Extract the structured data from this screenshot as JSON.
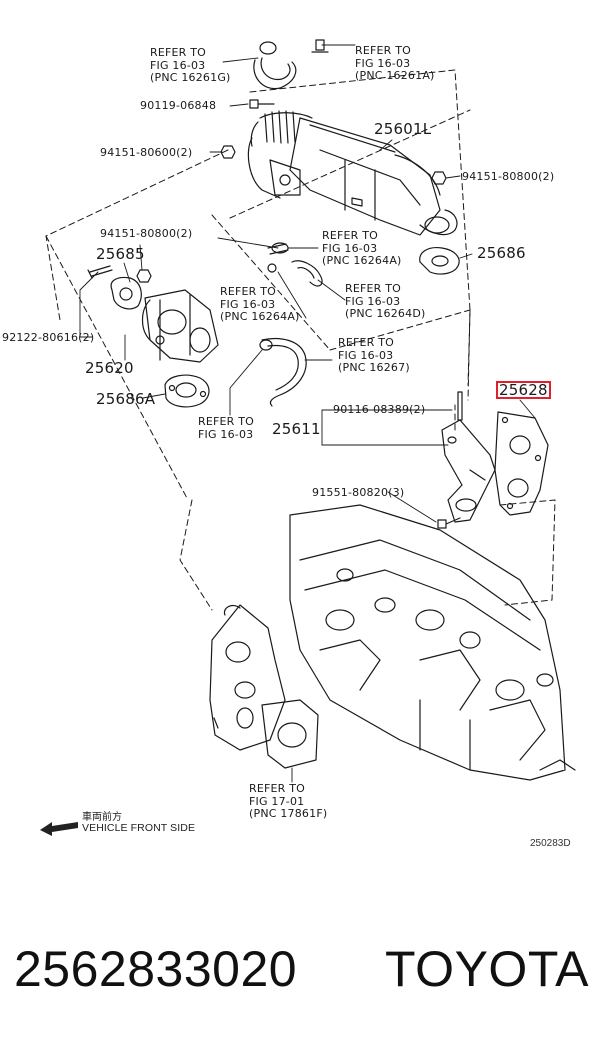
{
  "labels": {
    "ref_a": [
      "REFER TO",
      "FIG 16-03",
      "(PNC 16261G)"
    ],
    "ref_b": [
      "REFER TO",
      "FIG 16-03",
      "(PNC 16261A)"
    ],
    "p90119": "90119-06848",
    "p25601L": "25601L",
    "p94151_600": "94151-80600(2)",
    "p94151_800_r": "94151-80800(2)",
    "p94151_800_l": "94151-80800(2)",
    "p25685": "25685",
    "ref_c": [
      "REFER TO",
      "FIG 16-03",
      "(PNC 16264A)"
    ],
    "p25686": "25686",
    "ref_d": [
      "REFER TO",
      "FIG 16-03",
      "(PNC 16264A)"
    ],
    "ref_e": [
      "REFER TO",
      "FIG 16-03",
      "(PNC 16264D)"
    ],
    "p92122": "92122-80616(2)",
    "p25620": "25620",
    "ref_f": [
      "REFER TO",
      "FIG 16-03",
      "(PNC 16267)"
    ],
    "p25628": "25628",
    "p25686A": "25686A",
    "p90116": "90116-08389(2)",
    "ref_g": [
      "REFER TO",
      "FIG 16-03"
    ],
    "p25611": "25611",
    "p91551": "91551-80820(3)",
    "ref_h": [
      "REFER TO",
      "FIG 17-01",
      "(PNC 17861F)"
    ]
  },
  "front": {
    "cn": "車両前方",
    "en": "VEHICLE FRONT SIDE"
  },
  "diagram_code": "250283D",
  "footer": {
    "part_number": "2562833020",
    "brand": "TOYOTA"
  },
  "colors": {
    "highlight": "#e0202a",
    "line": "#1a1a1a"
  }
}
